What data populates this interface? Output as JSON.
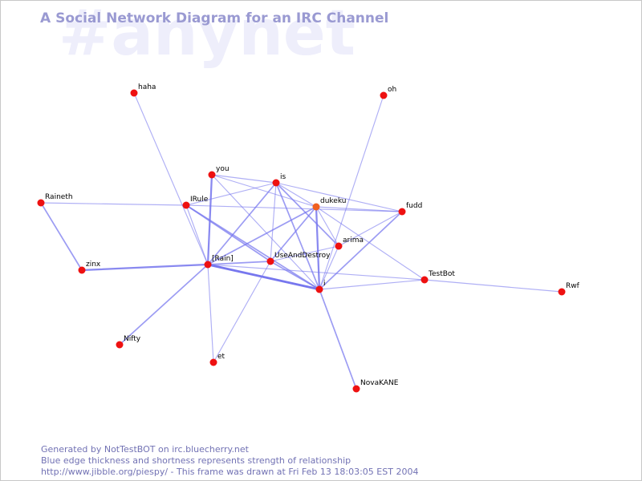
{
  "watermark": "#anynet",
  "title": "A Social Network Diagram for an IRC Channel",
  "footer": {
    "line1": "Generated by NotTestBOT on irc.bluecherry.net",
    "line2": "Blue edge thickness and shortness represents strength of relationship",
    "line3": "http://www.jibble.org/piespy/ - This frame was drawn at Fri Feb 13 18:03:05 EST 2004"
  },
  "colors": {
    "node": "#ee1111",
    "node_highlight": "#f06020",
    "edge": "#7777ee",
    "title": "#9a9ad2",
    "watermark": "#eeeefb",
    "footer": "#7272b4"
  },
  "nodes": [
    {
      "id": "haha",
      "label": "haha"
    },
    {
      "id": "oh",
      "label": "oh"
    },
    {
      "id": "you",
      "label": "you"
    },
    {
      "id": "is",
      "label": "is"
    },
    {
      "id": "Raineth",
      "label": "Raineth"
    },
    {
      "id": "IRule",
      "label": "IRule"
    },
    {
      "id": "dukeku",
      "label": "dukeku",
      "highlight": true
    },
    {
      "id": "fudd",
      "label": "fudd"
    },
    {
      "id": "arima",
      "label": "arima"
    },
    {
      "id": "zinx",
      "label": "zinx"
    },
    {
      "id": "Rain",
      "label": "[Rain]"
    },
    {
      "id": "UseAndDestroy",
      "label": "UseAndDestroy"
    },
    {
      "id": "TestBot",
      "label": "TestBot"
    },
    {
      "id": "i",
      "label": "i"
    },
    {
      "id": "Rwf",
      "label": "Rwf"
    },
    {
      "id": "Nifty",
      "label": "Nifty"
    },
    {
      "id": "et",
      "label": "et"
    },
    {
      "id": "NovaKANE",
      "label": "NovaKANE"
    }
  ],
  "edges": [
    {
      "source": "haha",
      "target": "Rain",
      "weight": 1
    },
    {
      "source": "oh",
      "target": "i",
      "weight": 1
    },
    {
      "source": "you",
      "target": "Rain",
      "weight": 3
    },
    {
      "source": "you",
      "target": "is",
      "weight": 1
    },
    {
      "source": "you",
      "target": "i",
      "weight": 1
    },
    {
      "source": "you",
      "target": "dukeku",
      "weight": 1
    },
    {
      "source": "Raineth",
      "target": "zinx",
      "weight": 2
    },
    {
      "source": "Raineth",
      "target": "IRule",
      "weight": 1
    },
    {
      "source": "zinx",
      "target": "Rain",
      "weight": 3
    },
    {
      "source": "IRule",
      "target": "Rain",
      "weight": 1
    },
    {
      "source": "IRule",
      "target": "is",
      "weight": 1
    },
    {
      "source": "IRule",
      "target": "fudd",
      "weight": 1
    },
    {
      "source": "IRule",
      "target": "UseAndDestroy",
      "weight": 2
    },
    {
      "source": "IRule",
      "target": "i",
      "weight": 2
    },
    {
      "source": "is",
      "target": "Rain",
      "weight": 2
    },
    {
      "source": "is",
      "target": "dukeku",
      "weight": 1
    },
    {
      "source": "is",
      "target": "fudd",
      "weight": 1
    },
    {
      "source": "is",
      "target": "i",
      "weight": 2
    },
    {
      "source": "is",
      "target": "arima",
      "weight": 2
    },
    {
      "source": "is",
      "target": "UseAndDestroy",
      "weight": 1
    },
    {
      "source": "dukeku",
      "target": "Rain",
      "weight": 2
    },
    {
      "source": "dukeku",
      "target": "fudd",
      "weight": 1
    },
    {
      "source": "dukeku",
      "target": "i",
      "weight": 3
    },
    {
      "source": "dukeku",
      "target": "arima",
      "weight": 1
    },
    {
      "source": "dukeku",
      "target": "UseAndDestroy",
      "weight": 2
    },
    {
      "source": "dukeku",
      "target": "TestBot",
      "weight": 1
    },
    {
      "source": "fudd",
      "target": "i",
      "weight": 2
    },
    {
      "source": "fudd",
      "target": "arima",
      "weight": 1
    },
    {
      "source": "arima",
      "target": "UseAndDestroy",
      "weight": 1
    },
    {
      "source": "arima",
      "target": "i",
      "weight": 1
    },
    {
      "source": "Rain",
      "target": "UseAndDestroy",
      "weight": 2
    },
    {
      "source": "Rain",
      "target": "i",
      "weight": 4
    },
    {
      "source": "Rain",
      "target": "Nifty",
      "weight": 2
    },
    {
      "source": "Rain",
      "target": "et",
      "weight": 1
    },
    {
      "source": "Rain",
      "target": "TestBot",
      "weight": 1
    },
    {
      "source": "UseAndDestroy",
      "target": "i",
      "weight": 2
    },
    {
      "source": "UseAndDestroy",
      "target": "et",
      "weight": 1
    },
    {
      "source": "i",
      "target": "TestBot",
      "weight": 1
    },
    {
      "source": "i",
      "target": "NovaKANE",
      "weight": 2
    },
    {
      "source": "TestBot",
      "target": "Rwf",
      "weight": 1
    }
  ]
}
